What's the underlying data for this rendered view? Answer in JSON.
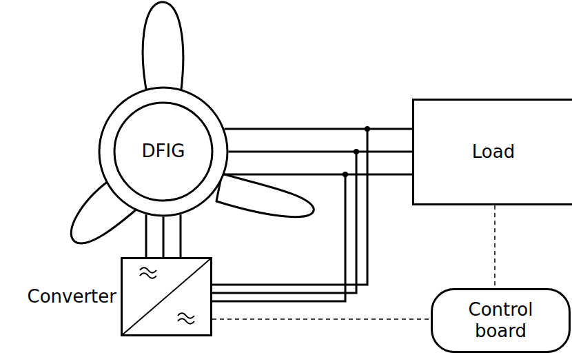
{
  "diagram": {
    "nodes": [
      {
        "text": [
          "DFIG"
        ]
      },
      {
        "text": [
          "Load"
        ]
      },
      {
        "text": [
          "Converter"
        ]
      },
      {
        "text": [
          "Control board"
        ]
      }
    ],
    "edges": [
      {
        "from": 0,
        "to": 1,
        "arrow": "none"
      },
      {
        "from": 0,
        "to": 2,
        "arrow": "none"
      },
      {
        "from": 2,
        "to": 1,
        "arrow": "none"
      },
      {
        "from": 1,
        "to": 3,
        "arrow": "none"
      },
      {
        "from": 2,
        "to": 3,
        "arrow": "none"
      }
    ]
  }
}
